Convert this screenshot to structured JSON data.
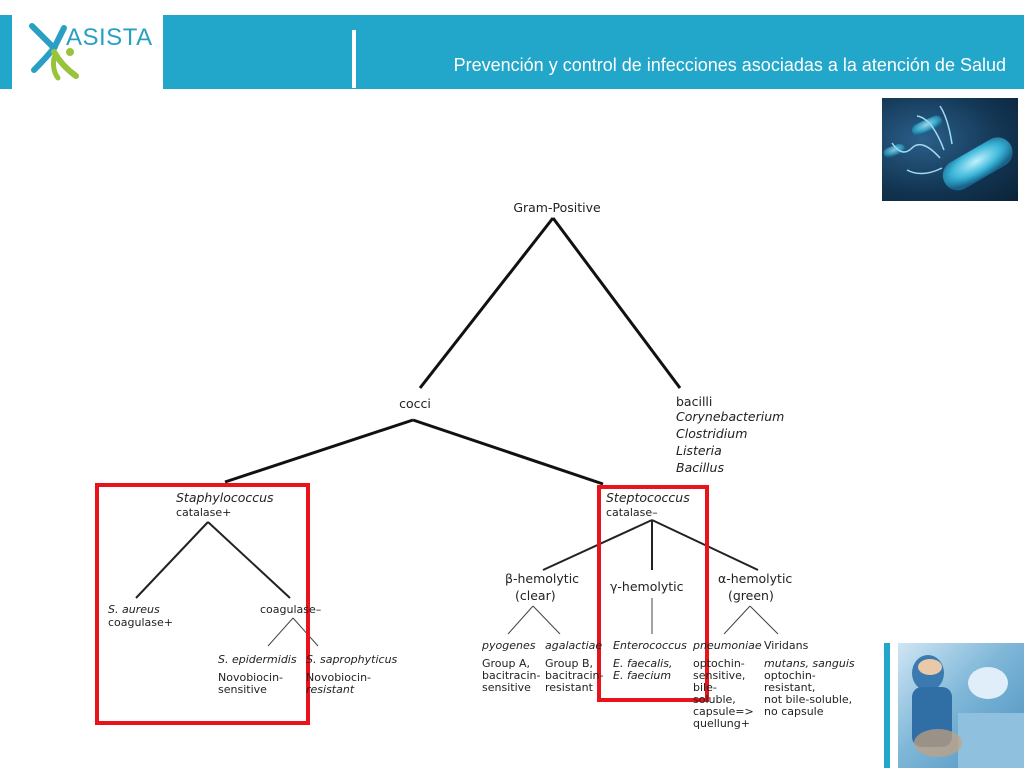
{
  "header": {
    "logo_text": "ASISTA",
    "title": "Prevención y control de infecciones asociadas a la atención de Salud"
  },
  "images": {
    "bacteria": "bacteria-illustration",
    "surgery": "surgery-photo"
  },
  "colors": {
    "banner": "#22a6c9",
    "highlight": "#e8131b",
    "logo_blue": "#2a9fc4",
    "logo_green": "#9ac33c"
  },
  "tree": {
    "root": "Gram-Positive",
    "cocci": "cocci",
    "bacilli": {
      "label": "bacilli",
      "items": [
        "Corynebacterium",
        "Clostridium",
        "Listeria",
        "Bacillus"
      ]
    },
    "staph": {
      "name": "Staphylococcus",
      "catalase": "catalase+",
      "aureus": [
        "S. aureus",
        "coagulase+"
      ],
      "coag_neg": "coagulase–",
      "epidermidis": [
        "S. epidermidis",
        "Novobiocin-",
        "sensitive"
      ],
      "saprophyticus": [
        "S. saprophyticus",
        "Novobiocin-",
        "resistant"
      ]
    },
    "strep": {
      "name": "Steptococcus",
      "catalase": "catalase–",
      "beta": {
        "label": "β-hemolytic",
        "sub": "(clear)",
        "pyogenes": [
          "pyogenes",
          "Group A,",
          "bacitracin-",
          "sensitive"
        ],
        "agalactiae": [
          "agalactiae",
          "Group B,",
          "bacitracin-",
          "resistant"
        ]
      },
      "gamma": {
        "label": "γ-hemolytic",
        "entero": [
          "Enterococcus",
          "E. faecalis,",
          "E. faecium"
        ]
      },
      "alpha": {
        "label": "α-hemolytic",
        "sub": "(green)",
        "pneumoniae": [
          "pneumoniae",
          "optochin-",
          "sensitive,",
          "bile-",
          "soluble,",
          "capsule=>",
          "quellung+"
        ],
        "viridans": [
          "Viridans",
          "mutans, sanguis",
          "optochin-",
          "resistant,",
          "not bile-soluble,",
          "no capsule"
        ]
      }
    }
  }
}
